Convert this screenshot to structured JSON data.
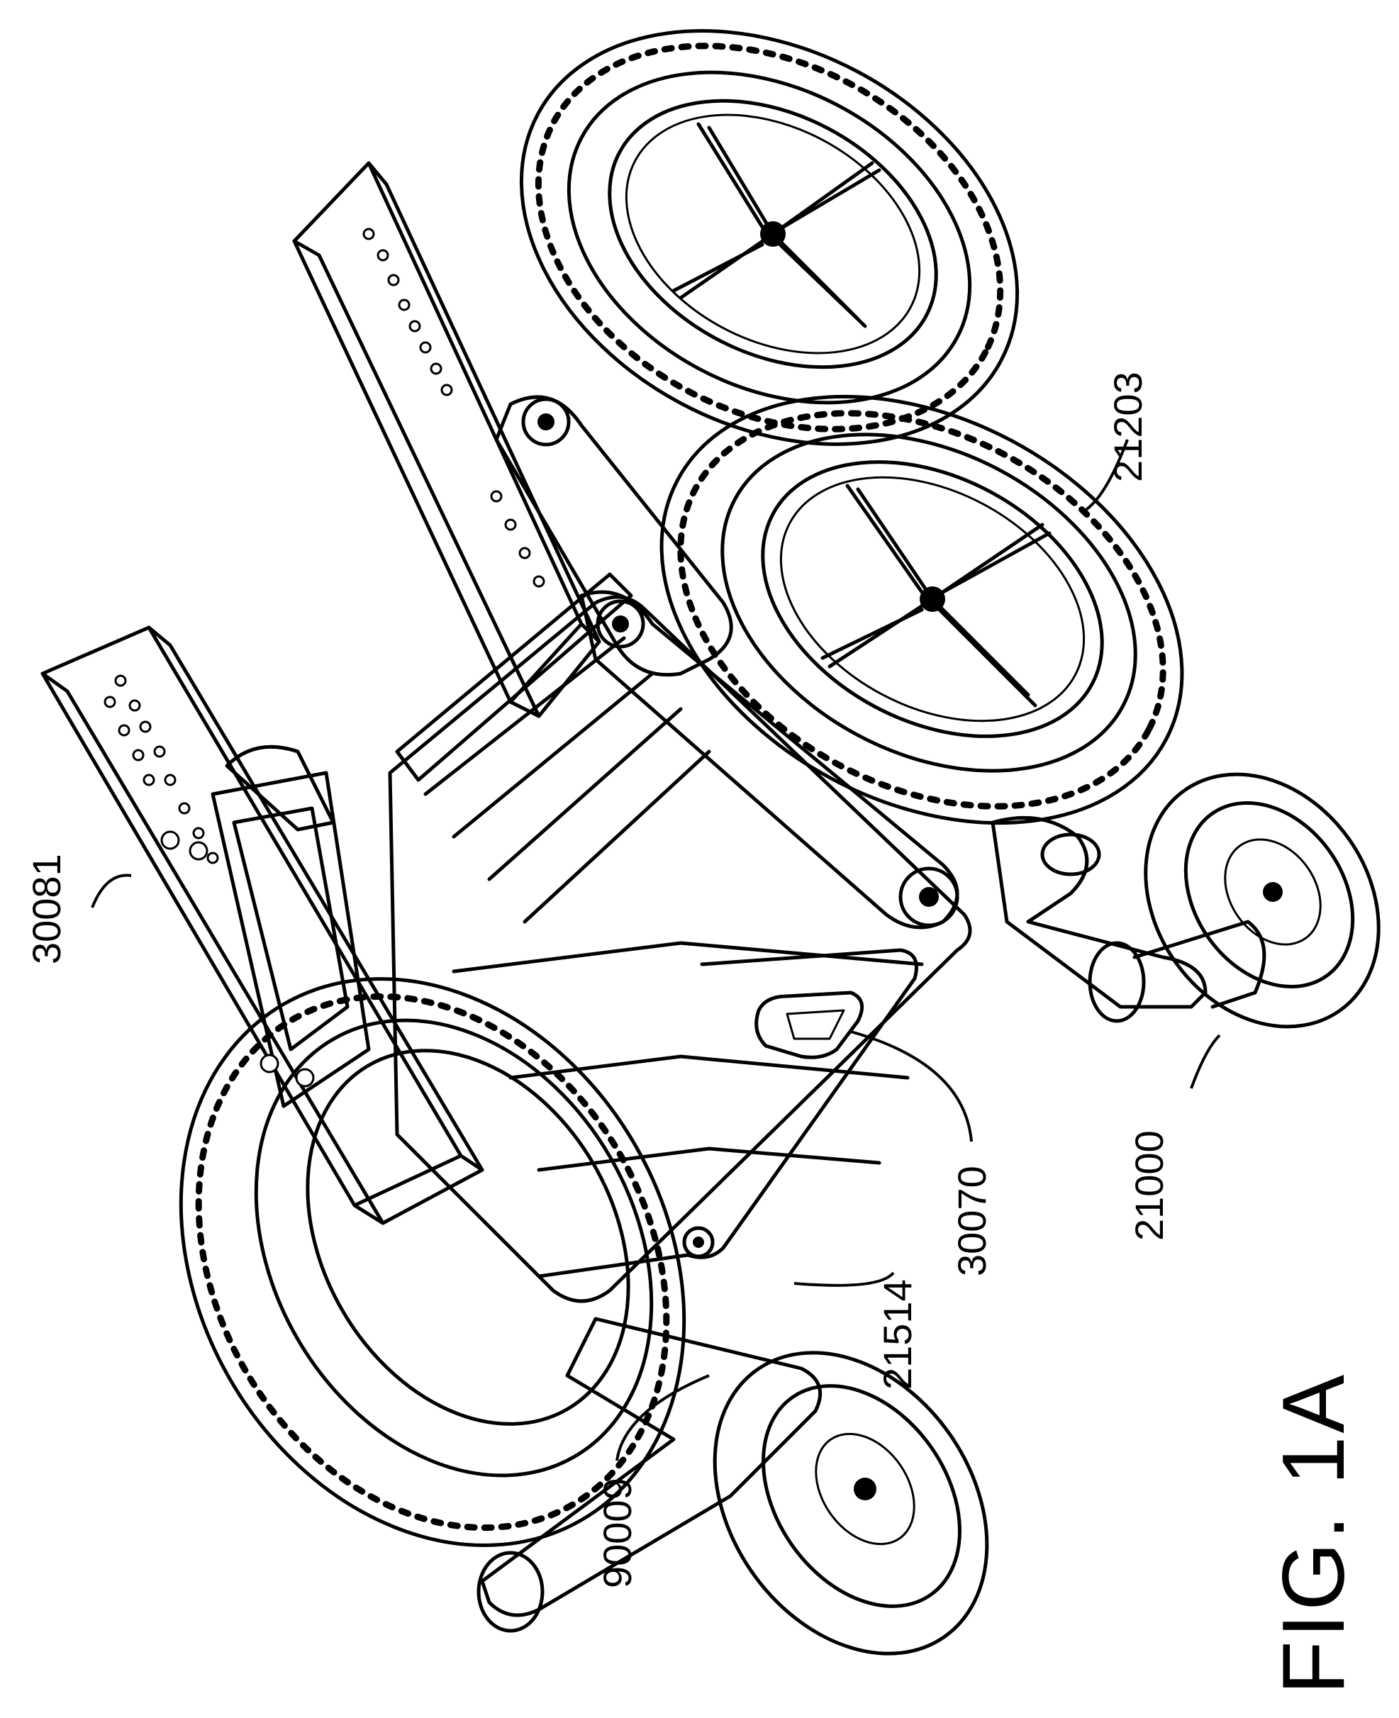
{
  "figure": {
    "label": "FIG. 1A"
  },
  "reference_numerals": {
    "r30081": "30081",
    "r21203": "21203",
    "r30070": "30070",
    "r21000": "21000",
    "r21514": "21514",
    "r90009": "90009"
  }
}
